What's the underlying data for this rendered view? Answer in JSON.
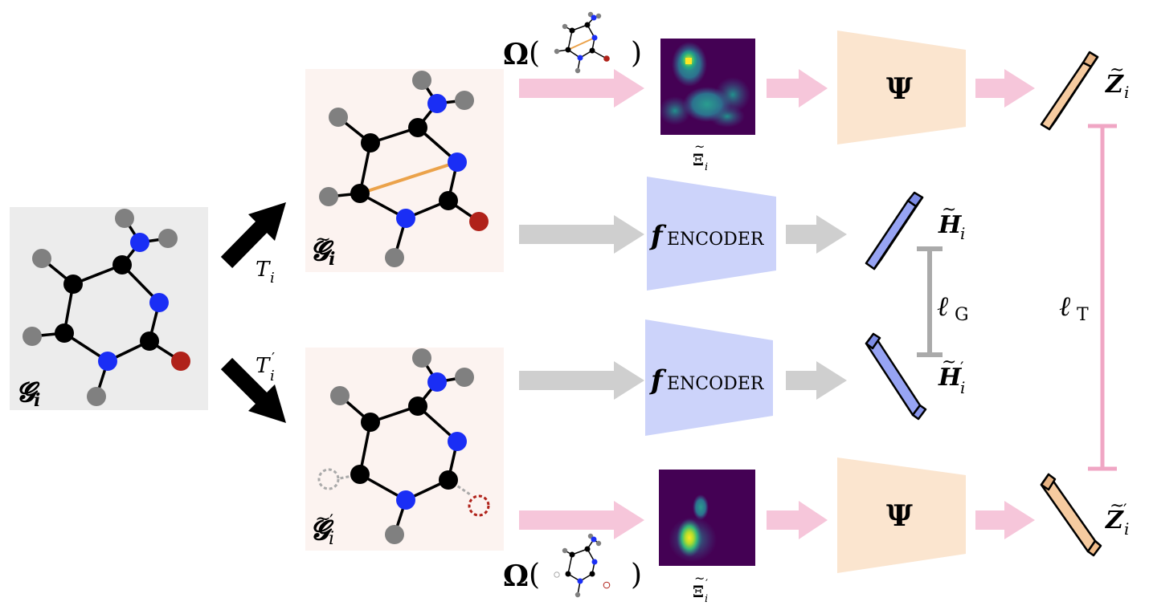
{
  "labels": {
    "g_main": "𝓖",
    "g_main_sub": "i",
    "g_aug1": "𝓖",
    "g_aug1_sub": "i",
    "g_aug2": "𝓖",
    "g_aug2_sub": "i",
    "g_aug2_prime": "′",
    "t1": "T",
    "t1_sub": "i",
    "t2": "T",
    "t2_sub": "i",
    "t2_prime": "′",
    "omega": "Ω",
    "paren_open": "(",
    "paren_close": ")",
    "psi": "Ψ",
    "encoder_f": "f",
    "encoder_sub": "ENCODER",
    "xi": "Ξ",
    "xi_sub": "i",
    "xi_prime": "′",
    "h": "H",
    "h_sub": "i",
    "h_prime": "′",
    "z": "Z",
    "z_sub": "i",
    "z_prime": "′",
    "loss_g": "ℓ",
    "loss_g_sub": "G",
    "loss_t": "ℓ",
    "loss_t_sub": "T",
    "tilde": "~"
  },
  "colors": {
    "pink_arrow": "#f6c6da",
    "pink_bar": "#f0a6c4",
    "gray_arrow": "#cfcfcf",
    "gray_bar": "#aaaaaa",
    "encoder_fill": "#ccd3fa",
    "psi_fill": "#fbe5cf",
    "blue_bar": "#97a4f4",
    "orange_bar": "#f6cba0",
    "atom_black": "#000000",
    "atom_blue": "#1a2ef5",
    "atom_gray": "#808080",
    "atom_red": "#b0221a",
    "bond_orange": "#eba24a",
    "panel_gray": "#ececec",
    "panel_pink": "#fcf3f0",
    "heatmap_bg": "#440154"
  }
}
